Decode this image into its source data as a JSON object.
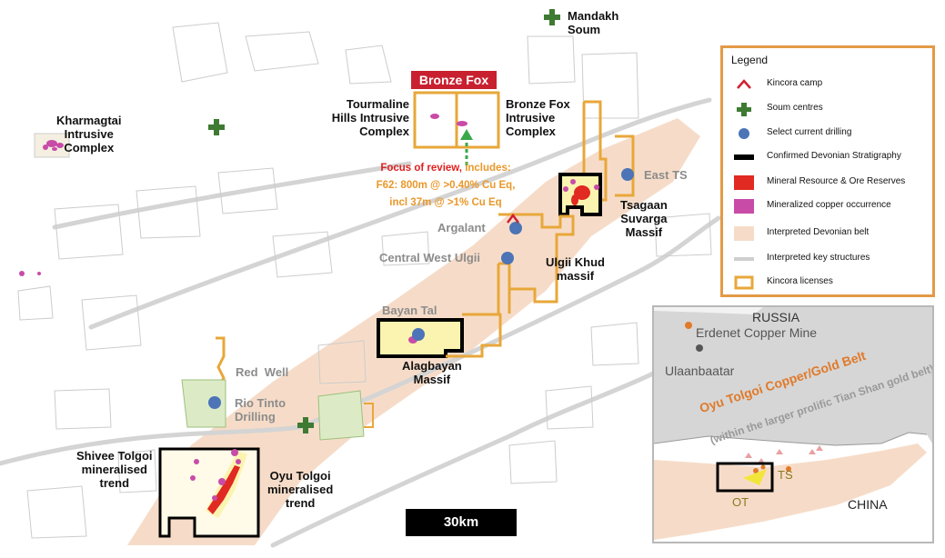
{
  "map": {
    "labels": {
      "mandakh": "Mandakh\nSoum",
      "kharmagtai": "Kharmagtai\nIntrusive\nComplex",
      "bronze_fox_title": "Bronze Fox",
      "tourmaline": "Tourmaline\nHills Intrusive\nComplex",
      "bronze_fox_complex": "Bronze Fox\nIntrusive\nComplex",
      "focus_line1_red": "Focus of review,",
      "focus_line1_orange": " includes:",
      "focus_line2": "F62: 800m @ >0.40% Cu Eq,",
      "focus_line3": "incl 37m @ >1% Cu Eq",
      "east_ts": "East TS",
      "argalant": "Argalant",
      "tsagaan": "Tsagaan\nSuvarga\nMassif",
      "central_west_ulgii": "Central West Ulgii",
      "ulgii_khud": "Ulgii Khud\nmassif",
      "bayan_tal": "Bayan Tal",
      "alagbayan": "Alagbayan\nMassif",
      "red_well": "Red  Well",
      "rio_tinto": "Rio Tinto\nDrilling",
      "shivee_tolgoi": "Shivee Tolgoi\nmineralised\ntrend",
      "oyu_tolgoi": "Oyu Tolgoi\nmineralised\ntrend",
      "scale": "30km"
    },
    "colors": {
      "belt": "#f6dcc8",
      "license": "#e8a73a",
      "stratigraphy": "#000000",
      "resource": "#e02a22",
      "occurrence": "#c84ba8",
      "drilling": "#4c74b6",
      "soum": "#3e7a32",
      "camp": "#d02030",
      "bronze_fox_title": "#c8202f"
    }
  },
  "legend": {
    "title": "Legend",
    "items": [
      {
        "label": "Kincora camp",
        "icon": "camp-caret-icon"
      },
      {
        "label": "Soum centres",
        "icon": "soum-cross-icon"
      },
      {
        "label": "Select current drilling",
        "icon": "drilling-dot-icon"
      },
      {
        "label": "Confirmed Devonian Stratigraphy",
        "icon": "stratigraphy-line-icon"
      },
      {
        "label": "Mineral Resource & Ore Reserves",
        "icon": "resource-square-icon"
      },
      {
        "label": "Mineralized copper occurrence",
        "icon": "occurrence-square-icon"
      },
      {
        "label": "Interpreted Devonian belt",
        "icon": "belt-square-icon"
      },
      {
        "label": "Interpreted key structures",
        "icon": "structure-line-icon"
      },
      {
        "label": "Kincora licenses",
        "icon": "license-box-icon"
      }
    ]
  },
  "inset": {
    "russia": "RUSSIA",
    "erdenet": "Erdenet Copper Mine",
    "ulaanbaatar": "Ulaanbaatar",
    "belt_title": "Oyu Tolgoi Copper/Gold Belt",
    "belt_subtitle": "(within the larger prolific Tian Shan gold belt)",
    "ts": "TS",
    "ot": "OT",
    "china": "CHINA"
  }
}
